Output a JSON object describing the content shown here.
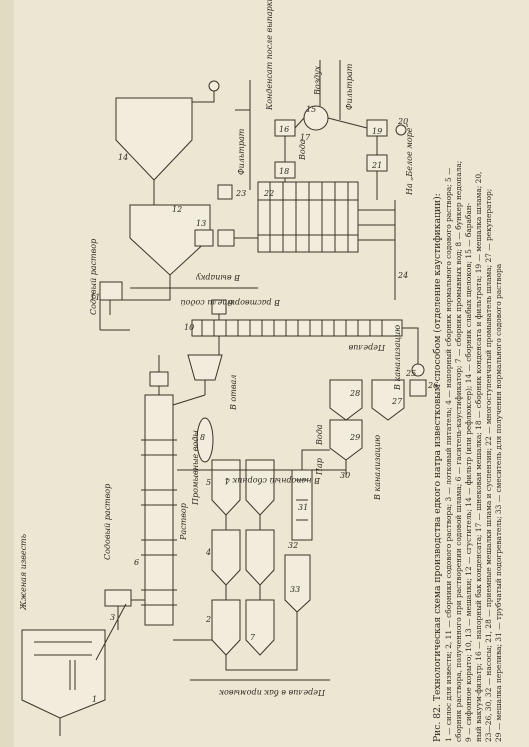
{
  "caption": {
    "title": "Рис. 82. Технологическая схема производства едкого натра известковым способом (отделение каустификации):",
    "lines": [
      "1 — силос для извести; 2, 11 — сборники содового раствора; 3 — лотковый питатель; 4 — напорный сборник нормального содового раствора; 5 —",
      "сборник раствора, полученного при растворении содовой шлама; 6 — гаситель-каустификатор; 7 — сборник промывных вод; 8 — бункер недопала;",
      "9 — сифонное корыто; 10, 13 — мешалки; 12 — сгуститель; 14 — фильтр (или рефлюксер); 14 — сборник слабых щелоков; 15 — барабан-",
      "ный вакуум-фильтр; 16 — напорный бак конденсата; 17 — шнековая мешалка; 18 — сборник конденсата и фильтрата; 19 — мешалка шлама; 20,",
      "23—26, 30, 32 — насосы; 21, 28 — приемные мешалки шлама и суспензии; 22 — многоступенчатый промыватель шлама; 27 — рекуператор;",
      "29 — мешалка перелива; 31 — трубчатый подогреватель; 33 — смеситель для получения нормального содового раствора"
    ]
  },
  "labels": {
    "lime": "Жженая известь",
    "soda_solution_1": "Содовый раствор",
    "solution": "Раствор",
    "wash_water": "Промывные воды",
    "overflow_tank": "Перелив в бак промывок",
    "to_sewer_1": "В канализацию",
    "to_sewer_2": "В канализацию",
    "to_pressure_tank": "В напорный сборник 4",
    "steam": "Пар",
    "water_1": "Вода",
    "to_dump": "В отвал",
    "overflow": "Перелив",
    "to_dissolvers": "В растворители содой",
    "to_evaporation": "В выпарку",
    "soda_solution_2": "Содовый раствор",
    "filtrate_1": "Фильтрат",
    "condensate": "Конденсат после выпарки",
    "air": "Воздух",
    "filtrate_2": "Фильтрат",
    "water_2": "Вода",
    "to_white_sea": "На „Белое море“"
  },
  "numbers": [
    "1",
    "2",
    "3",
    "4",
    "5",
    "6",
    "7",
    "8",
    "9",
    "10",
    "11",
    "12",
    "13",
    "14",
    "15",
    "16",
    "17",
    "18",
    "19",
    "20",
    "21",
    "22",
    "23",
    "24",
    "25",
    "26",
    "27",
    "28",
    "29",
    "30",
    "31",
    "32",
    "33"
  ]
}
